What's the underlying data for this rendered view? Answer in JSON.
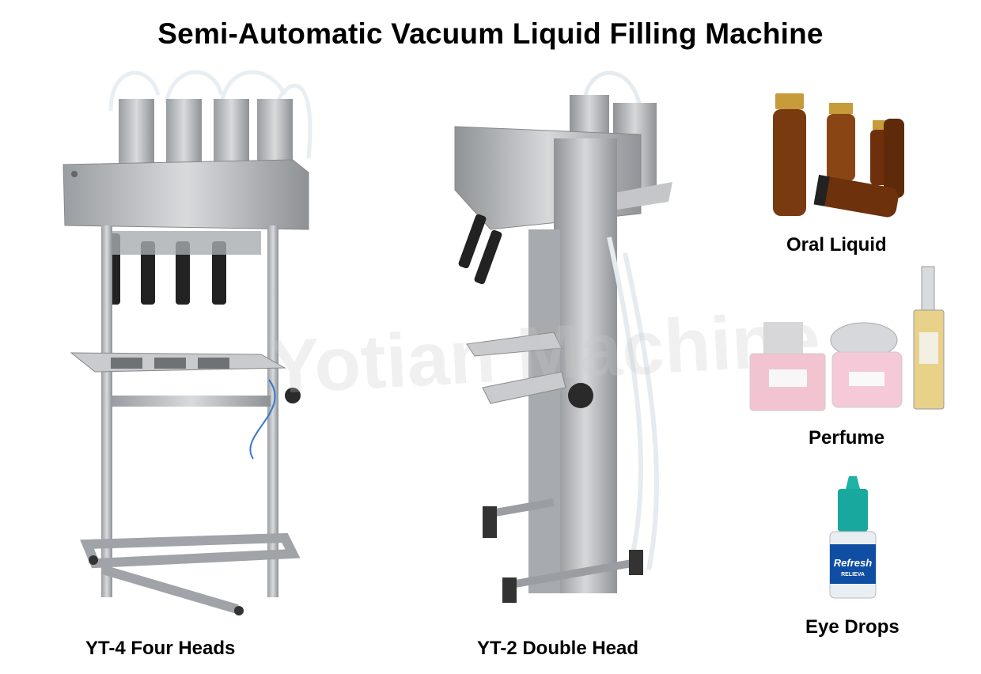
{
  "title": "Semi-Automatic Vacuum Liquid Filling Machine",
  "machines": {
    "yt4": {
      "caption": "YT-4 Four Heads"
    },
    "yt2": {
      "caption": "YT-2 Double Head"
    }
  },
  "applications": {
    "oral": {
      "caption": "Oral Liquid"
    },
    "perfume": {
      "caption": "Perfume"
    },
    "eye": {
      "caption": "Eye Drops",
      "label_brand": "Refresh",
      "label_sub": "RELIEVA"
    }
  },
  "colors": {
    "steel": "#b8babd",
    "steel_dark": "#8c8f93",
    "amber": "#7a3a0f",
    "pink": "#f2c4d2",
    "teal": "#1fb3a8"
  }
}
